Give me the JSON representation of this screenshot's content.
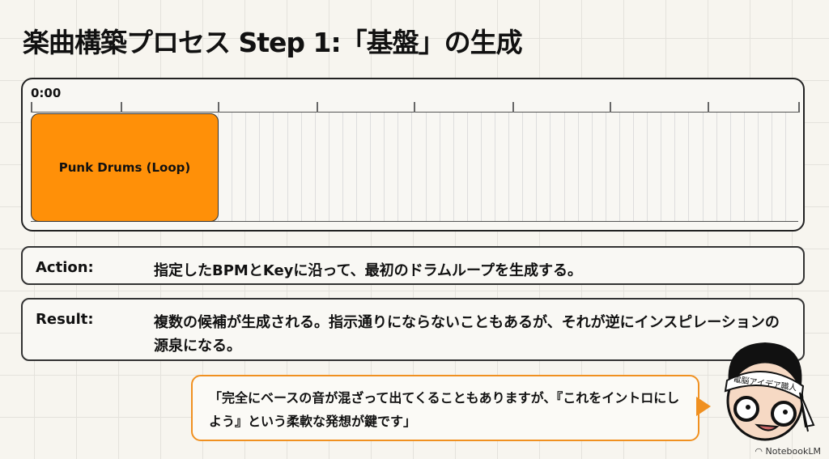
{
  "title": "楽曲構築プロセス Step 1:「基盤」の生成",
  "timeline": {
    "start_time": "0:00",
    "clip_label": "Punk Drums (Loop)",
    "clip_color": "#ff9008"
  },
  "action": {
    "label": "Action:",
    "text": "指定したBPMとKeyに沿って、最初のドラムループを生成する。"
  },
  "result": {
    "label": "Result:",
    "text": "複数の候補が生成される。指示通りにならないこともあるが、それが逆にインスピレーションの源泉になる。"
  },
  "quote": "「完全にベースの音が混ざって出てくることもありますが、『これをイントロにしよう』という柔軟な発想が鍵です」",
  "character": {
    "headband": "電脳アイデア職人"
  },
  "footer": "NotebookLM"
}
